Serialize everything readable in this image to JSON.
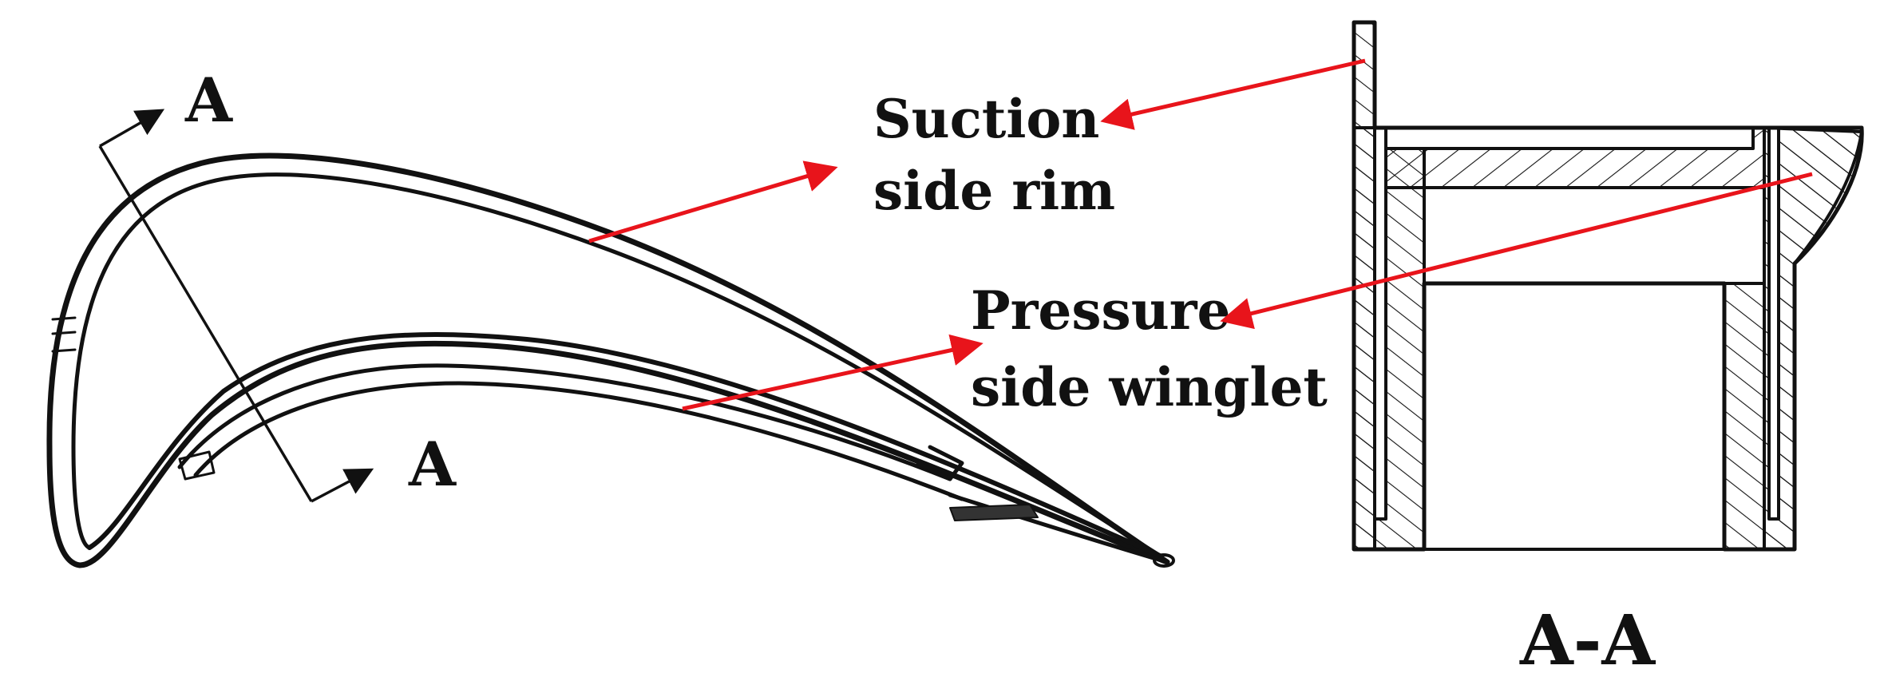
{
  "labels": {
    "suction_side_rim": [
      "Suction",
      "side rim"
    ],
    "pressure_side_winglet": [
      "Pressure",
      "side winglet"
    ],
    "section_marker_top": "A",
    "section_marker_bottom": "A",
    "section_view_title": "A-A"
  },
  "colors": {
    "line": "#111111",
    "leader_arrow": "#e8141b",
    "background": "#ffffff"
  },
  "icons": {
    "section_arrow": "arrowhead-icon",
    "leader_arrow": "red-arrowhead-icon"
  }
}
